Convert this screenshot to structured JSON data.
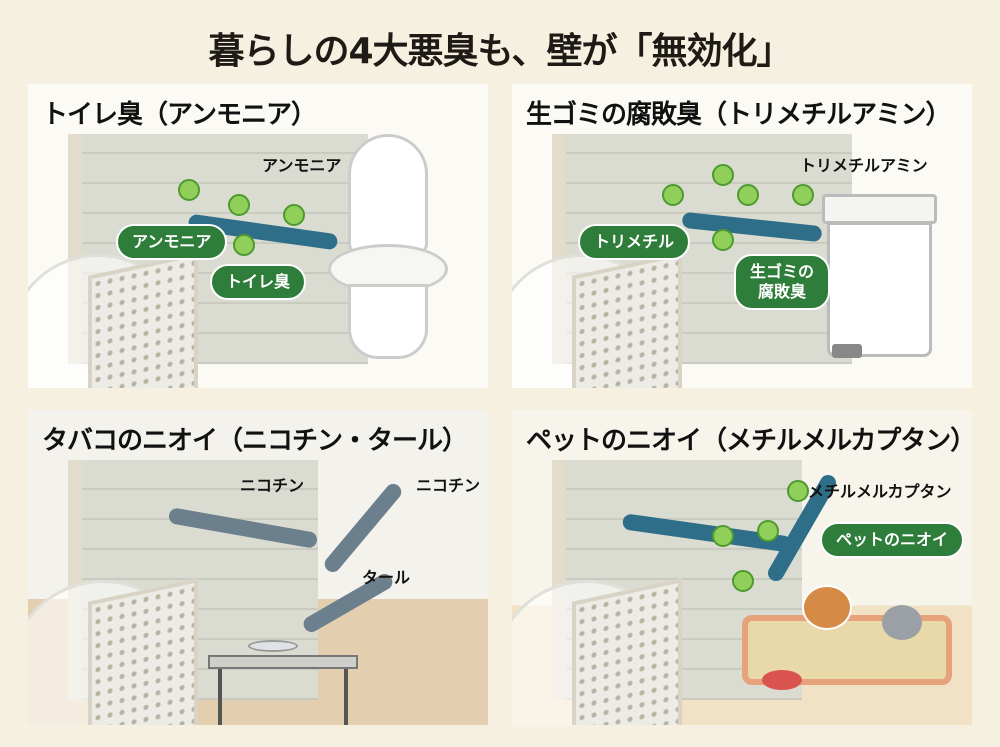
{
  "header": {
    "title": "暮らしの4大悪臭も、壁が「無効化」"
  },
  "panels": [
    {
      "title": "トイレ臭（アンモニア）",
      "labels": [
        "アンモニア"
      ],
      "pills": [
        "アンモニア",
        "トイレ臭"
      ]
    },
    {
      "title": "生ゴミの腐敗臭（トリメチルアミン）",
      "labels": [
        "トリメチルアミン"
      ],
      "pills": [
        "トリメチル",
        "生ゴミの\n腐敗臭"
      ]
    },
    {
      "title": "タバコのニオイ（ニコチン・タール）",
      "labels": [
        "ニコチン",
        "ニコチン",
        "タール"
      ],
      "pills": []
    },
    {
      "title": "ペットのニオイ（メチルメルカプタン）",
      "labels": [
        "メチルメルカプタン"
      ],
      "pills": [
        "ペットのニオイ"
      ]
    }
  ],
  "colors": {
    "background": "#f5f0df",
    "pill": "#2f7d3a",
    "arrow": "#2f6e88",
    "molecule": "#8fcf5a"
  }
}
